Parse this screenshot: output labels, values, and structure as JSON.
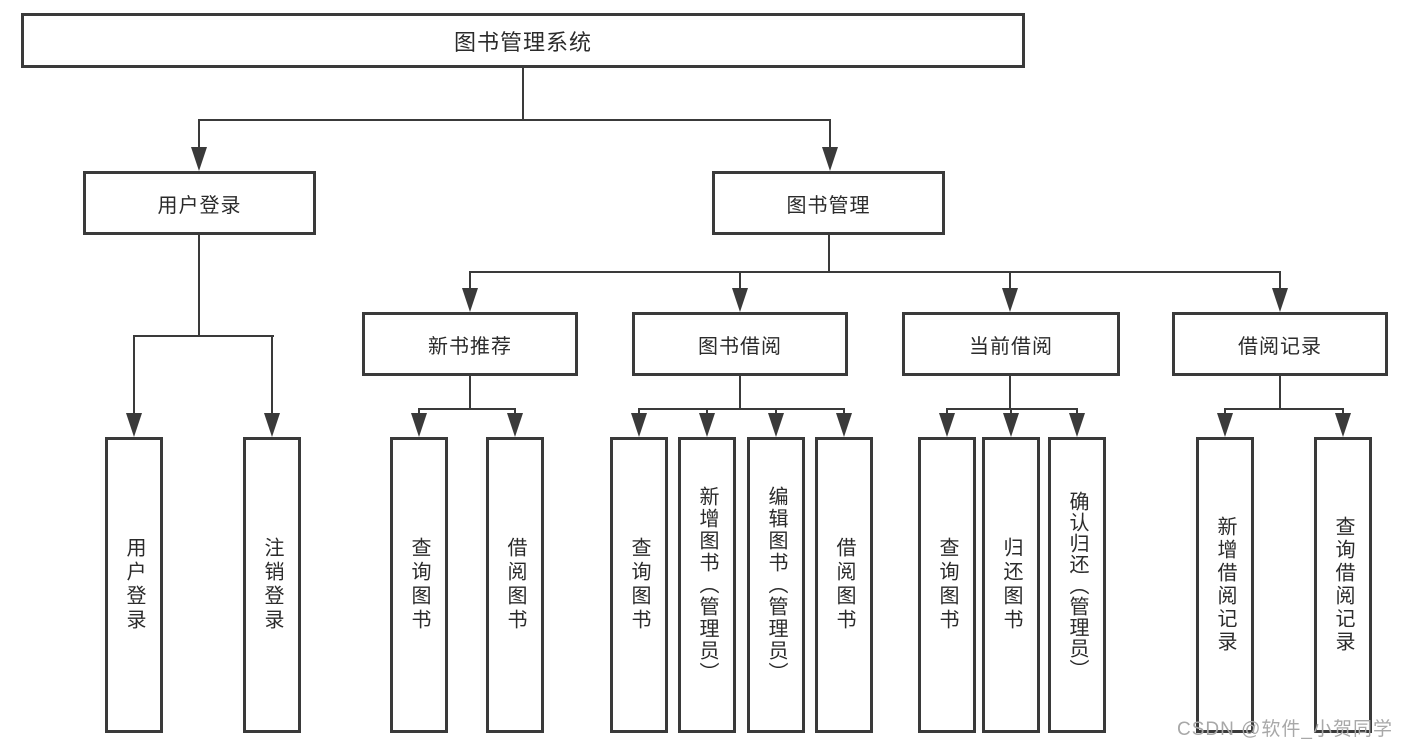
{
  "colors": {
    "line": "#3a3a3a",
    "text": "#2b2b2b",
    "background": "#ffffff",
    "watermark": "#a8a8a8"
  },
  "nodes": {
    "root": "图书管理系统",
    "user_login": "用户登录",
    "book_management": "图书管理",
    "user_login_leaf": "用户登录",
    "logout_leaf": "注销登录",
    "new_book_recommend": "新书推荐",
    "book_borrow": "图书借阅",
    "current_borrow": "当前借阅",
    "borrow_records": "借阅记录",
    "query_book_1": "查询图书",
    "borrow_book_1": "借阅图书",
    "query_book_2": "查询图书",
    "add_book_admin": "新增图书（管理员）",
    "edit_book_admin": "编辑图书（管理员）",
    "borrow_book_2": "借阅图书",
    "query_book_3": "查询图书",
    "return_book": "归还图书",
    "confirm_return_admin": "确认归还（管理员）",
    "add_borrow_record": "新增借阅记录",
    "query_borrow_record": "查询借阅记录"
  },
  "watermark": "CSDN @软件_小贺同学"
}
